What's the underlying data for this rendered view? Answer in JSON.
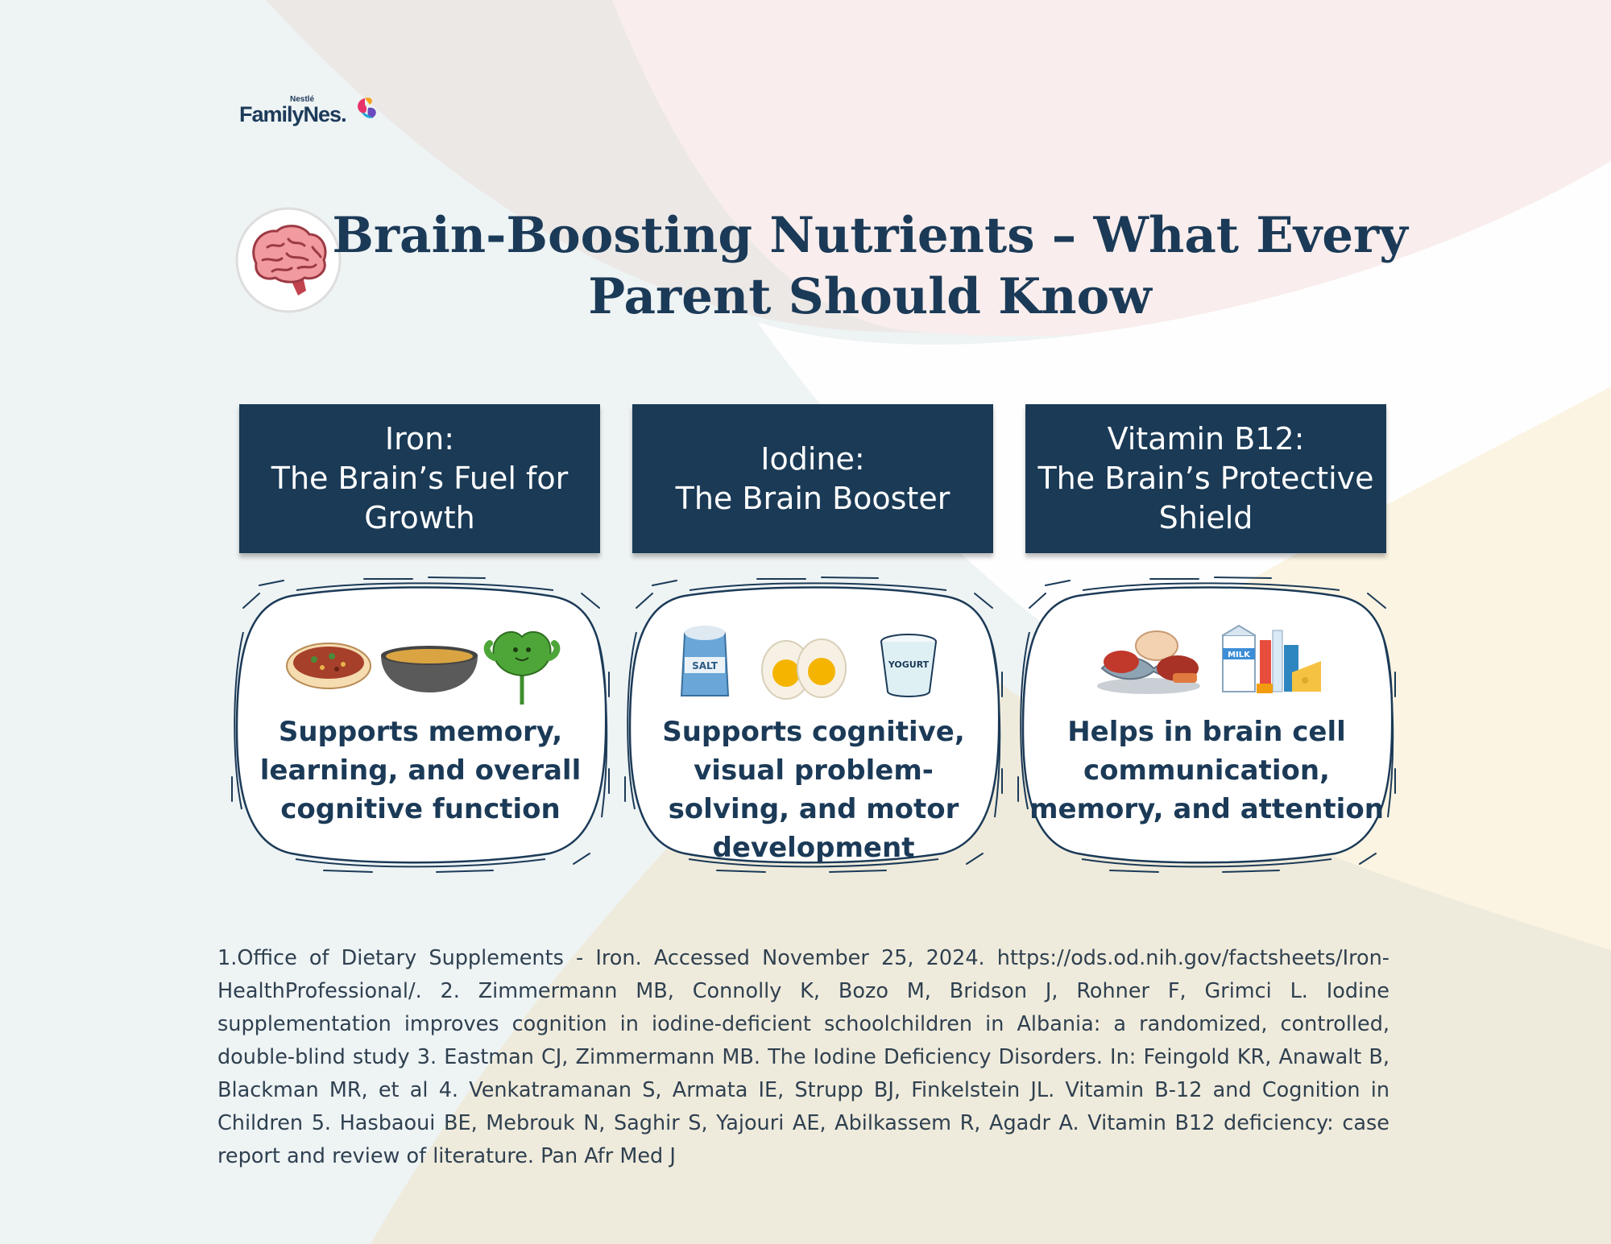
{
  "brand": {
    "sub": "Nestlé",
    "main": "FamilyNes",
    "registered": "."
  },
  "title": "Brain-Boosting Nutrients – What Every Parent Should Know",
  "nutrients": [
    {
      "header": [
        "Iron:",
        "The Brain’s Fuel for",
        "Growth"
      ],
      "description": "Supports memory, learning, and overall cognitive function",
      "icons": [
        "lentil-curry-icon",
        "dal-soup-icon",
        "spinach-icon"
      ]
    },
    {
      "header": [
        "Iodine:",
        "The Brain Booster"
      ],
      "description": "Supports cognitive, visual problem-solving, and motor development",
      "icons": [
        "salt-icon",
        "egg-icon",
        "yogurt-icon"
      ],
      "icon_labels": {
        "salt": "SALT",
        "yogurt": "YOGURT"
      }
    },
    {
      "header": [
        "Vitamin B12:",
        "The Brain’s Protective",
        "Shield"
      ],
      "description": "Helps in brain cell communication, memory, and attention",
      "icons": [
        "meat-fish-icon",
        "dairy-products-icon"
      ],
      "icon_labels": {
        "milk": "MILK"
      }
    }
  ],
  "references": "1.Office of Dietary Supplements - Iron. Accessed November 25, 2024. https://ods.od.nih.gov/factsheets/Iron-HealthProfessional/. 2. Zimmermann MB, Connolly K, Bozo M, Bridson J, Rohner F, Grimci L. Iodine supplementation improves cognition in iodine-deficient schoolchildren in Albania: a randomized, controlled, double-blind study 3. Eastman CJ, Zimmermann MB. The Iodine Deficiency Disorders. In: Feingold KR, Anawalt B, Blackman MR, et al 4. Venkatramanan S, Armata IE, Strupp BJ, Finkelstein JL. Vitamin B-12 and Cognition in Children 5. Hasbaoui BE, Mebrouk N, Saghir S, Yajouri AE, Abilkassem R, Agadr A. Vitamin B12 deficiency: case report and review of literature. Pan Afr Med J"
}
